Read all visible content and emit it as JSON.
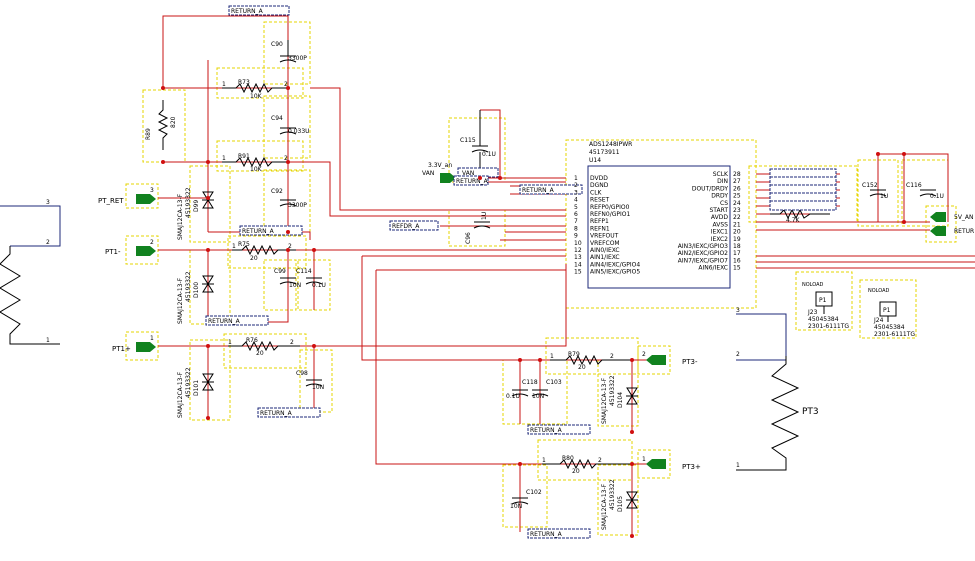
{
  "power": {
    "vdd": "3.3V_an",
    "vdd_net": "VAN",
    "out": "5V_AN",
    "ret": "RETUR"
  },
  "nets": {
    "return_a": "RETURN_A",
    "return_a2": "RETURN_A",
    "return_a3": "RETURN_A",
    "return_a4": "RETURN_A",
    "return_a5": "RETURN_A",
    "return_a6": "RETURN_A",
    "return_a7": "RETURN_A",
    "return_a8": "RETURN_A",
    "refdrv": "REFDR_A",
    "van": "VAN",
    "pt_ret": "PT_RET",
    "pt1m": "PT1-",
    "pt1p": "PT1+",
    "pt3m": "PT3-",
    "pt3p": "PT3+"
  },
  "u14": {
    "name": "ADS1248IPWR",
    "part": "45173911",
    "ref": "U14",
    "left_pins": [
      {
        "num": "1",
        "name": "DVDD"
      },
      {
        "num": "2",
        "name": "DGND"
      },
      {
        "num": "3",
        "name": "CLK"
      },
      {
        "num": "4",
        "name": "RESET"
      },
      {
        "num": "5",
        "name": "REFP0/GPIO0"
      },
      {
        "num": "6",
        "name": "REFN0/GPIO1"
      },
      {
        "num": "7",
        "name": "REFP1"
      },
      {
        "num": "8",
        "name": "REFN1"
      },
      {
        "num": "9",
        "name": "VREFOUT"
      },
      {
        "num": "10",
        "name": "VREFCOM"
      },
      {
        "num": "12",
        "name": "AIN0/IEXC"
      },
      {
        "num": "13",
        "name": "AIN1/IEXC"
      },
      {
        "num": "14",
        "name": "AIN4/IEXC/GPIO4"
      },
      {
        "num": "15",
        "name": "AIN5/IEXC/GPIO5"
      }
    ],
    "right_pins": [
      {
        "num": "28",
        "name": "SCLK"
      },
      {
        "num": "27",
        "name": "DIN"
      },
      {
        "num": "26",
        "name": "DOUT/DRDY"
      },
      {
        "num": "25",
        "name": "DRDY"
      },
      {
        "num": "24",
        "name": "CS"
      },
      {
        "num": "23",
        "name": "START"
      },
      {
        "num": "22",
        "name": "AVDD"
      },
      {
        "num": "21",
        "name": "AVSS"
      },
      {
        "num": "20",
        "name": "IEXC1"
      },
      {
        "num": "19",
        "name": "IEXC2"
      },
      {
        "num": "18",
        "name": "AIN3/IEXC/GPIO3"
      },
      {
        "num": "17",
        "name": "AIN2/IEXC/GPIO2"
      },
      {
        "num": "16",
        "name": "AIN7/IEXC/GPIO7"
      },
      {
        "num": "15",
        "name": "AIN6/IEXC"
      }
    ]
  },
  "parts": {
    "c90": {
      "ref": "C90",
      "value": "3300P"
    },
    "c94": {
      "ref": "C94",
      "value": "0.033U"
    },
    "c92": {
      "ref": "C92",
      "value": "3300P"
    },
    "c99": {
      "ref": "C99",
      "value": "10N"
    },
    "c114": {
      "ref": "C114",
      "value": "0.1U"
    },
    "c98": {
      "ref": "C98",
      "value": "10N"
    },
    "c115": {
      "ref": "C115",
      "value": "0.1U"
    },
    "c96": {
      "ref": "C96",
      "value": "1U"
    },
    "c118": {
      "ref": "C118",
      "value": "0.1U"
    },
    "c103": {
      "ref": "C103",
      "value": "10N"
    },
    "c102": {
      "ref": "C102",
      "value": "10N"
    },
    "c152": {
      "ref": "C152",
      "value": "1U"
    },
    "c116": {
      "ref": "C116",
      "value": "0.1U"
    },
    "r73": {
      "ref": "R73",
      "value": "10K"
    },
    "r91": {
      "ref": "R91",
      "value": "10K"
    },
    "r75": {
      "ref": "R75",
      "value": "20"
    },
    "r76": {
      "ref": "R76",
      "value": "20"
    },
    "r79": {
      "ref": "R79",
      "value": "20"
    },
    "r80": {
      "ref": "R80",
      "value": "20"
    },
    "r89": {
      "ref": "R89",
      "value": "820"
    },
    "r_ss": {
      "value": "4.7K"
    },
    "d_part": "SMAJ12CA-13-F",
    "d_num": "45193322",
    "d99": "D99",
    "d100": "D100",
    "d101": "D101",
    "d104": "D104",
    "d105": "D105"
  },
  "connectors": {
    "pt_ret": {
      "label": "PT_RET",
      "pin": "3"
    },
    "pt1m": {
      "label": "PT1-",
      "pin": "2"
    },
    "pt1p": {
      "label": "PT1+",
      "pin": "1"
    },
    "pt3m": {
      "label": "PT3-",
      "pin": "2"
    },
    "pt3p": {
      "label": "PT3+",
      "pin": "1"
    }
  },
  "rtds": {
    "left": {
      "pins": [
        "3",
        "2",
        "1"
      ]
    },
    "right": {
      "name": "PT3",
      "pins": [
        "3",
        "2",
        "1"
      ]
    }
  },
  "noloads": [
    {
      "label": "NOLOAD",
      "p": "P1",
      "ref": "J23",
      "part": "45045384",
      "mpn": "2301-6111TG"
    },
    {
      "label": "NOLOAD",
      "p": "P1",
      "ref": "J24",
      "part": "45045384",
      "mpn": "2301-6111TG"
    }
  ]
}
